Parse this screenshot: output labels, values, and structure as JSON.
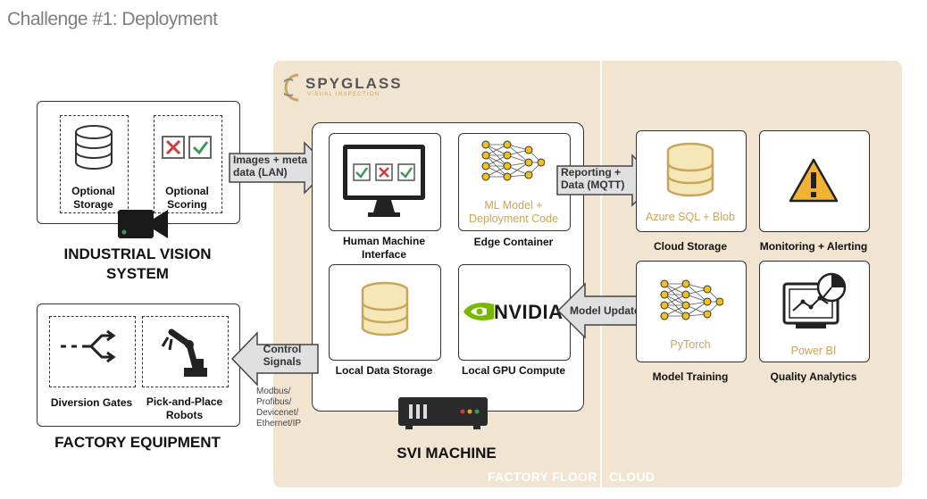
{
  "title": "Challenge #1: Deployment",
  "logo": {
    "name": "SPYGLASS",
    "tagline": "VISUAL INSPECTION"
  },
  "zones": {
    "factory_floor": "FACTORY FLOOR",
    "cloud": "CLOUD"
  },
  "vision_system": {
    "title": "INDUSTRIAL VISION SYSTEM",
    "storage": "Optional Storage",
    "scoring": "Optional Scoring"
  },
  "factory_equipment": {
    "title": "FACTORY EQUIPMENT",
    "gates": "Diversion Gates",
    "robots": "Pick-and-Place Robots"
  },
  "svi": {
    "title": "SVI MACHINE",
    "hmi": "Human Machine Interface",
    "edge": "Edge Container",
    "edge_content": "ML Model + Deployment Code",
    "local_storage": "Local Data Storage",
    "gpu": "Local GPU Compute",
    "gpu_brand": "NVIDIA"
  },
  "cloud": {
    "storage": "Cloud Storage",
    "storage_content": "Azure SQL + Blob",
    "monitoring": "Monitoring + Alerting",
    "training": "Model Training",
    "training_content": "PyTorch",
    "analytics": "Quality Analytics",
    "analytics_content": "Power BI"
  },
  "arrows": {
    "images": "Images + meta data (LAN)",
    "reporting": "Reporting + Data (MQTT)",
    "model_updates": "Model Updates",
    "control": "Control Signals",
    "protocols": "Modbus/ Profibus/ Devicenet/ Ethernet/IP"
  },
  "colors": {
    "panel": "#f1e5d1",
    "gold": "#c9a55c",
    "warning": "#f3b233",
    "check": "#3a9a5a",
    "cross": "#d23b3b",
    "nvidia": "#76b900"
  }
}
